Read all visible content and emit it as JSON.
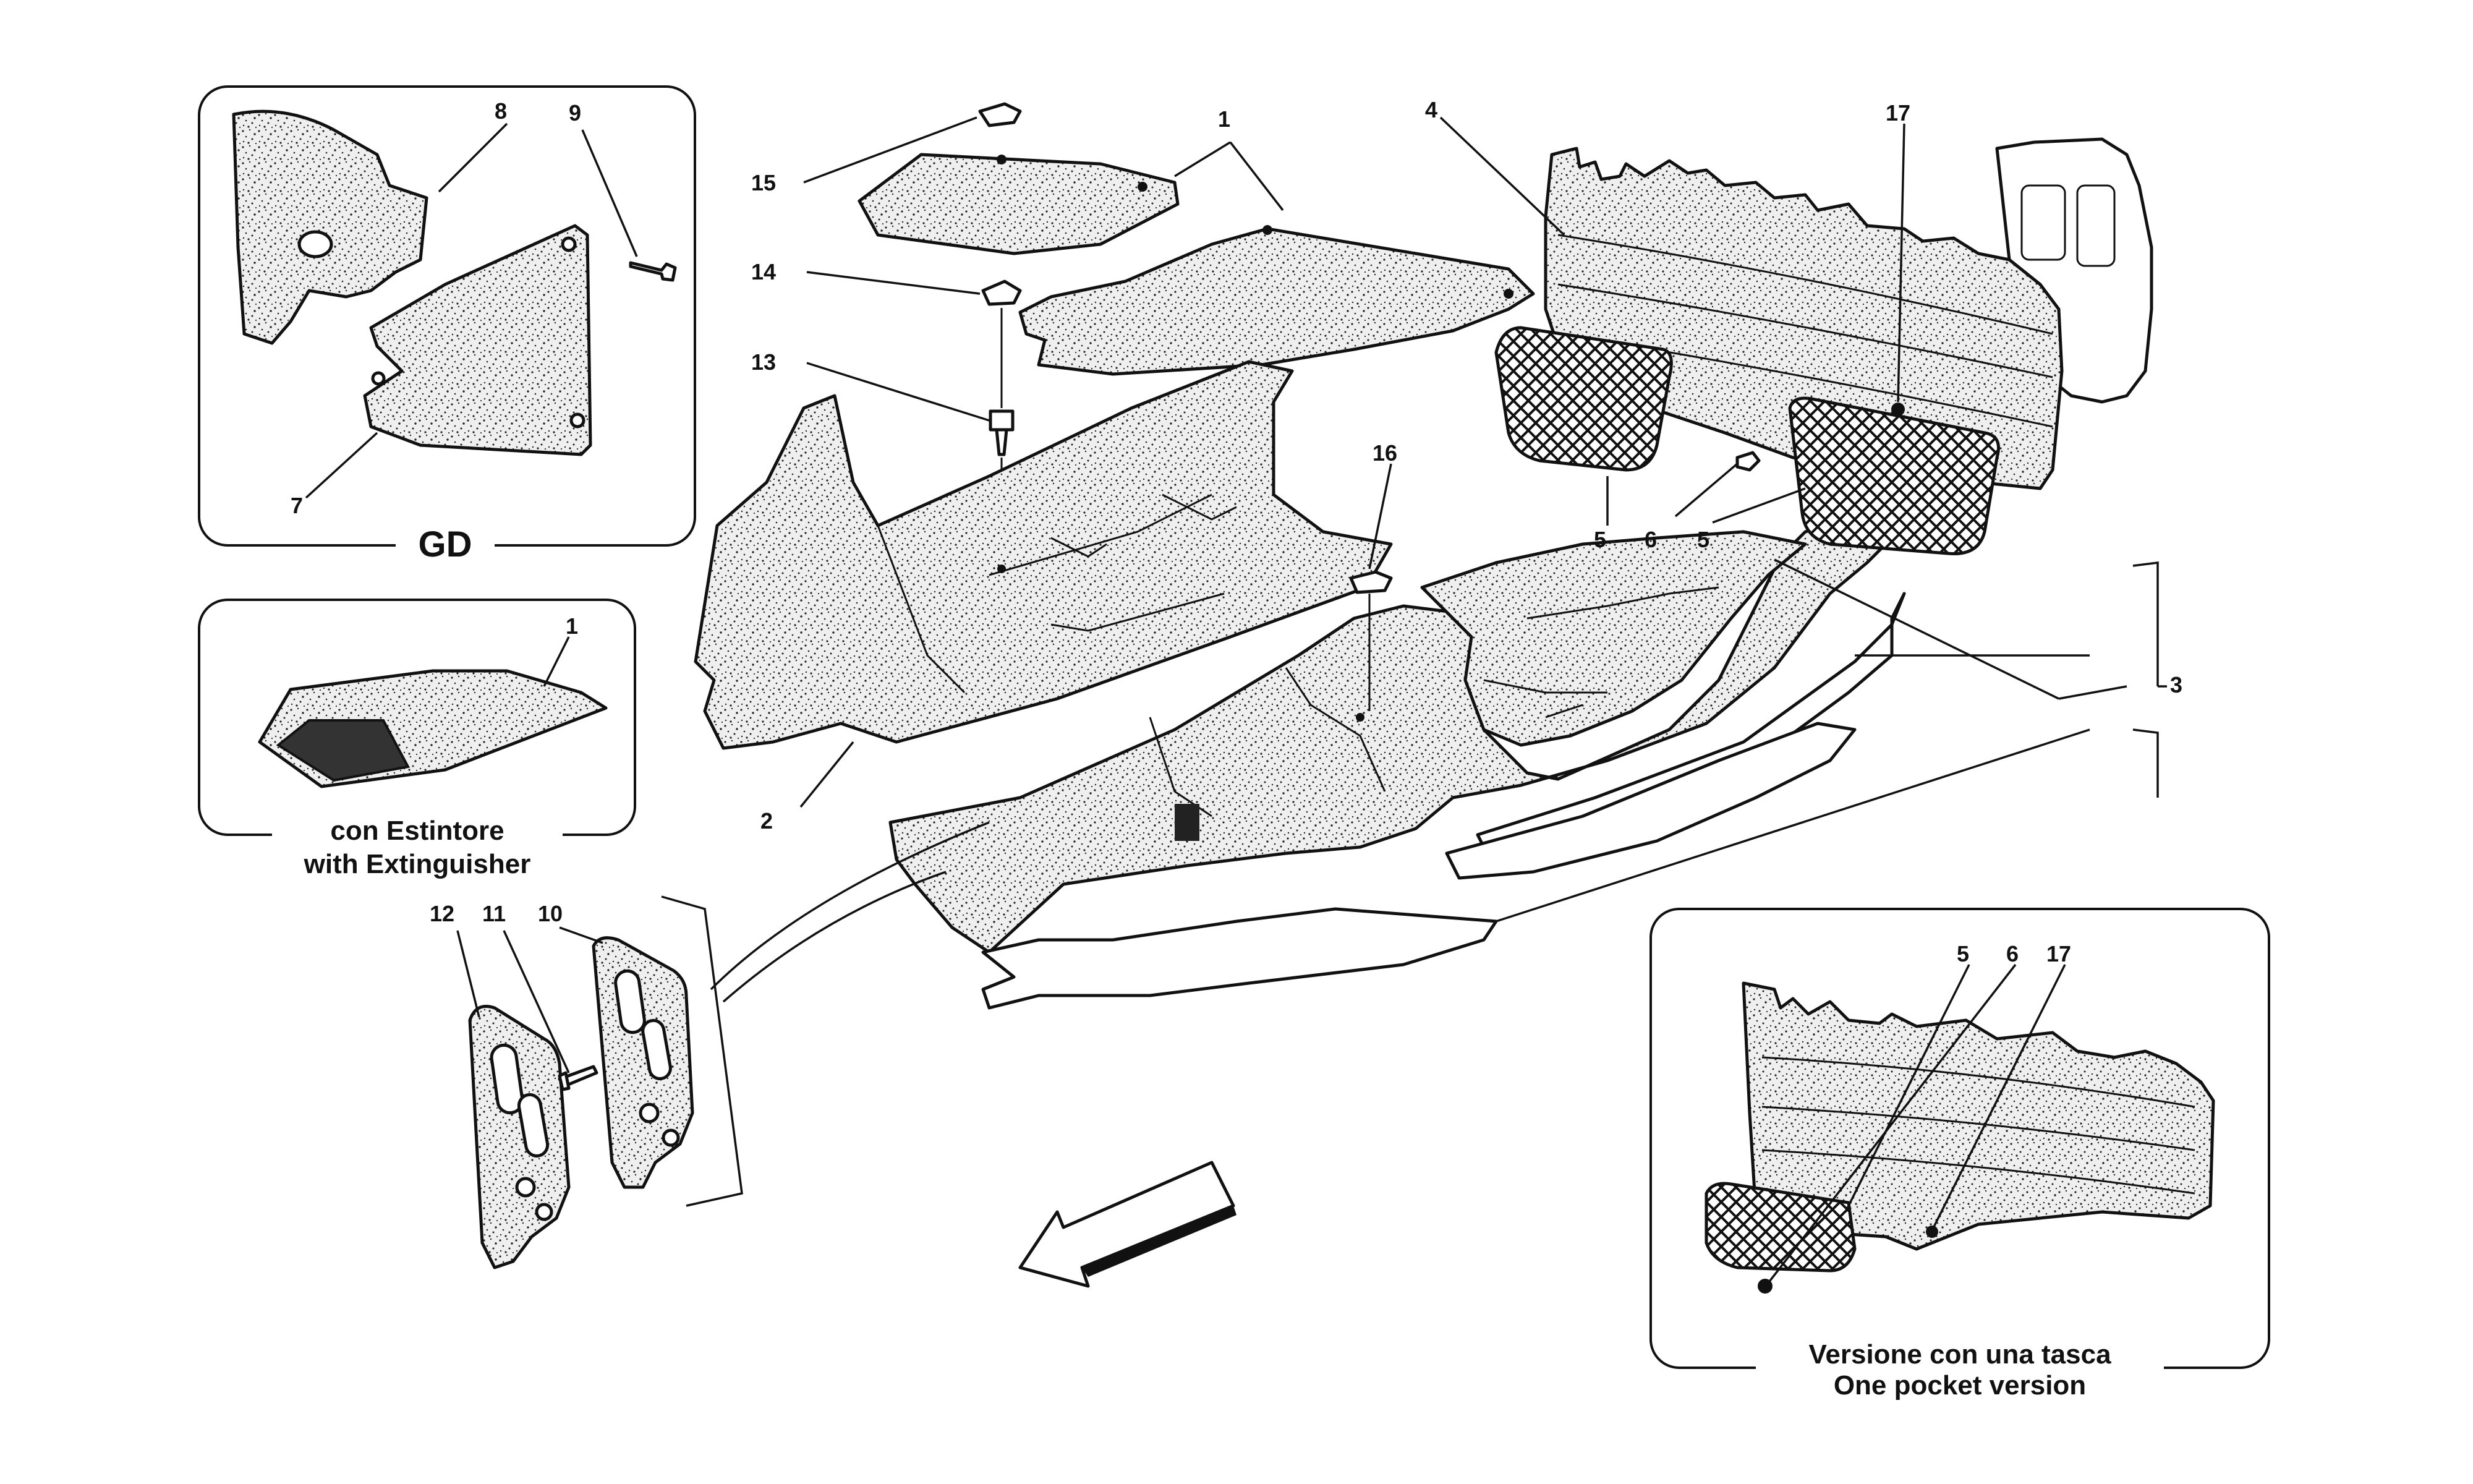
{
  "insets": {
    "gd": {
      "caption": "GD"
    },
    "extinguisher": {
      "caption_line1": "con Estintore",
      "caption_line2": "with Extinguisher"
    },
    "pocket": {
      "caption_line1": "Versione con una tasca",
      "caption_line2": "One pocket version"
    }
  },
  "callouts": {
    "c1": "1",
    "c1b": "1",
    "c2": "2",
    "c3": "3",
    "c4": "4",
    "c5a": "5",
    "c5b": "5",
    "c5c": "5",
    "c6a": "6",
    "c6b": "6",
    "c7": "7",
    "c8": "8",
    "c9": "9",
    "c10": "10",
    "c11": "11",
    "c12": "12",
    "c13": "13",
    "c14": "14",
    "c15": "15",
    "c16": "16",
    "c17a": "17",
    "c17b": "17"
  },
  "icons": {
    "direction": "arrow-icon"
  },
  "colors": {
    "ink": "#111111",
    "paper": "#ffffff"
  }
}
